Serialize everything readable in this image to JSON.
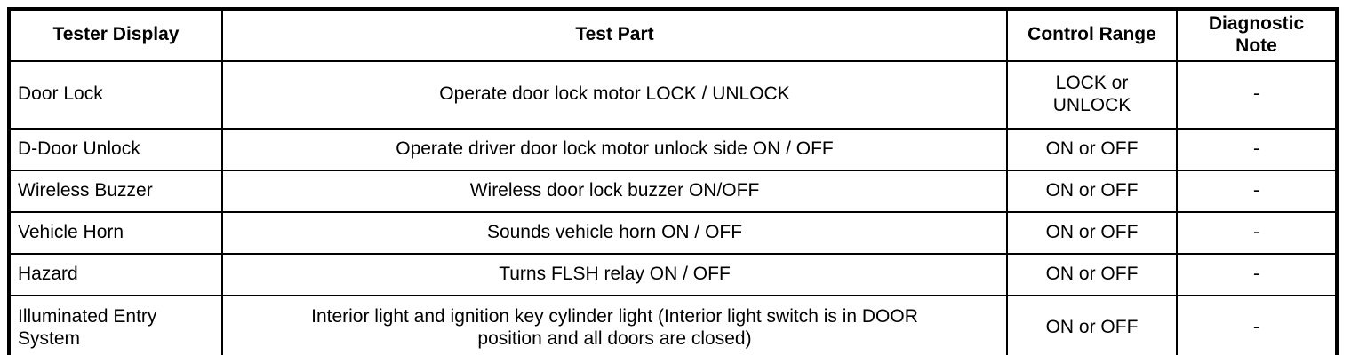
{
  "table": {
    "columns": [
      {
        "key": "tester_display",
        "label": "Tester Display"
      },
      {
        "key": "test_part",
        "label": "Test Part"
      },
      {
        "key": "control_range",
        "label": "Control Range"
      },
      {
        "key": "diagnostic_note",
        "label": "Diagnostic Note"
      }
    ],
    "header": {
      "tester_display": "Tester Display",
      "test_part": "Test Part",
      "control_range": "Control Range",
      "diagnostic_note_line1": "Diagnostic",
      "diagnostic_note_line2": "Note"
    },
    "rows": [
      {
        "tester_display": "Door Lock",
        "test_part": "Operate door lock motor LOCK / UNLOCK",
        "control_range_line1": "LOCK or",
        "control_range_line2": "UNLOCK",
        "diagnostic_note": "-"
      },
      {
        "tester_display": "D-Door Unlock",
        "test_part": "Operate driver door lock motor unlock side ON / OFF",
        "control_range_line1": "ON or OFF",
        "control_range_line2": "",
        "diagnostic_note": "-"
      },
      {
        "tester_display": "Wireless Buzzer",
        "test_part": "Wireless door lock buzzer ON/OFF",
        "control_range_line1": "ON or OFF",
        "control_range_line2": "",
        "diagnostic_note": "-"
      },
      {
        "tester_display": "Vehicle Horn",
        "test_part": "Sounds vehicle horn ON / OFF",
        "control_range_line1": "ON or OFF",
        "control_range_line2": "",
        "diagnostic_note": "-"
      },
      {
        "tester_display": "Hazard",
        "test_part": "Turns FLSH relay ON / OFF",
        "control_range_line1": "ON or OFF",
        "control_range_line2": "",
        "diagnostic_note": "-"
      },
      {
        "tester_display_line1": "Illuminated Entry",
        "tester_display_line2": "System",
        "tester_display": "Illuminated Entry System",
        "test_part_line1": "Interior light and ignition key cylinder light (Interior light switch is in DOOR",
        "test_part_line2": "position and all doors are closed)",
        "test_part": "Interior light and ignition key cylinder light (Interior light switch is in DOOR position and all doors are closed)",
        "control_range_line1": "ON or OFF",
        "control_range_line2": "",
        "diagnostic_note": "-"
      }
    ]
  },
  "colors": {
    "border": "#000000",
    "text": "#000000",
    "background": "#ffffff"
  }
}
